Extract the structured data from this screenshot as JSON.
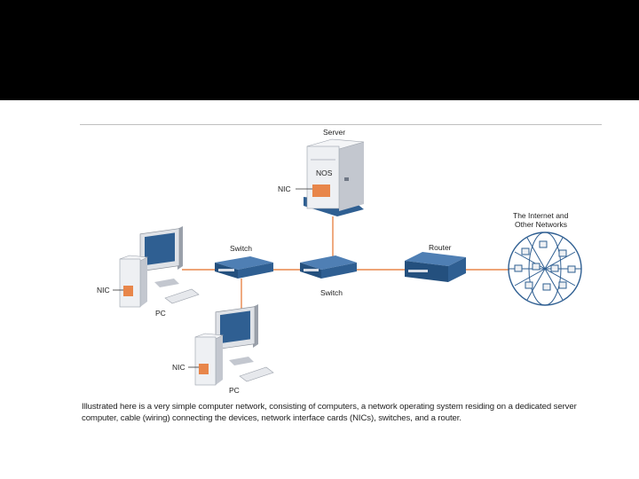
{
  "colors": {
    "cable": "#e8864a",
    "nic": "#e8864a",
    "device_blue": "#2f5f92",
    "case_light": "#eef0f3",
    "case_shade": "#c3c7cf"
  },
  "labels": {
    "server": "Server",
    "nos": "NOS",
    "nic_server": "NIC",
    "switch_left": "Switch",
    "switch_right": "Switch",
    "router": "Router",
    "internet_line1": "The Internet and",
    "internet_line2": "Other Networks",
    "nic_pc1": "NIC",
    "pc1": "PC",
    "nic_pc2": "NIC",
    "pc2": "PC"
  },
  "caption": "Illustrated here is a very simple computer network, consisting of computers, a network operating system residing on a dedicated server computer, cable (wiring) connecting the devices, network interface cards (NICs), switches, and a router."
}
